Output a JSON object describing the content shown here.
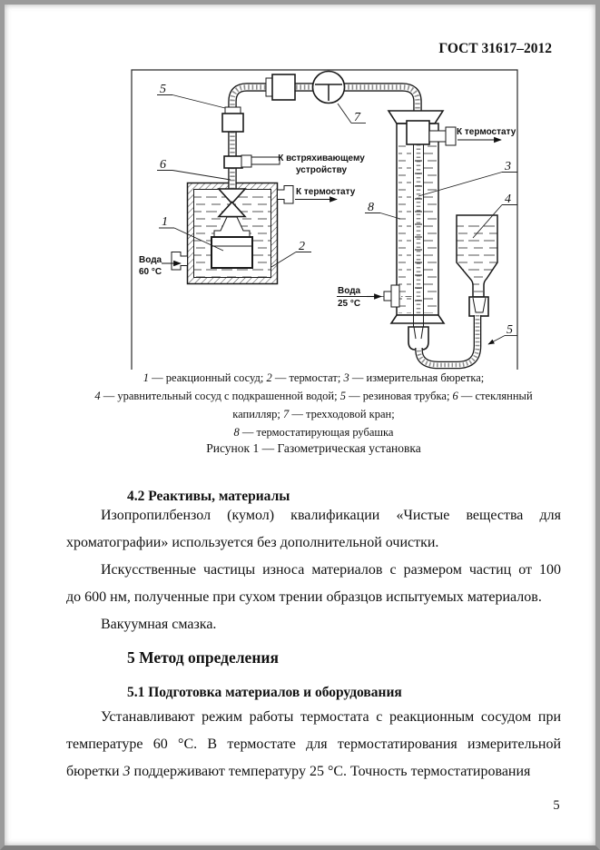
{
  "header": {
    "doc_code": "ГОСТ 31617–2012"
  },
  "figure": {
    "annotations": {
      "shaker_l1": "К встряхивающему",
      "shaker_l2": "устройству",
      "thermostat_left": "К термостату",
      "thermostat_right": "К термостату",
      "water60_l1": "Вода",
      "water60_l2": "60 °С",
      "water25_l1": "Вода",
      "water25_l2": "25 °С"
    },
    "labels": {
      "n1": "1",
      "n2": "2",
      "n3": "3",
      "n4": "4",
      "n5a": "5",
      "n5b": "5",
      "n6": "6",
      "n7": "7",
      "n8": "8"
    },
    "caption_lines": [
      "1 — реакционный сосуд; 2 — термостат; 3 — измерительная бюретка;",
      "4 — уравнительный сосуд с подкрашенной водой; 5 — резиновая трубка; 6 — стеклянный",
      "капилляр; 7 — трехходовой кран;",
      "8 — термостатирующая рубашка"
    ],
    "figure_label": "Рисунок 1 — Газометрическая установка"
  },
  "body": {
    "h42": "4.2 Реактивы, материалы",
    "p1_lines": [
      "Изопропилбензол (кумол) квалификации «Чистые вещества для",
      "хроматографии» используется без дополнительной очистки."
    ],
    "p2_lines": [
      "Искусственные частицы износа материалов с размером частиц от 100",
      "до 600 нм, полученные при сухом трении образцов испытуемых материалов."
    ],
    "p3_lines": [
      "Вакуумная смазка."
    ],
    "h5": "5 Метод определения",
    "h51": "5.1 Подготовка материалов и оборудования",
    "p4_lines": [
      "Устанавливают режим работы термостата с реакционным сосудом при",
      "температуре 60 °С. В термостате для термостатирования измерительной",
      "бюретки 3 поддерживают температуру 25 °С. Точность термостатирования"
    ]
  },
  "footer": {
    "page_number": "5"
  }
}
